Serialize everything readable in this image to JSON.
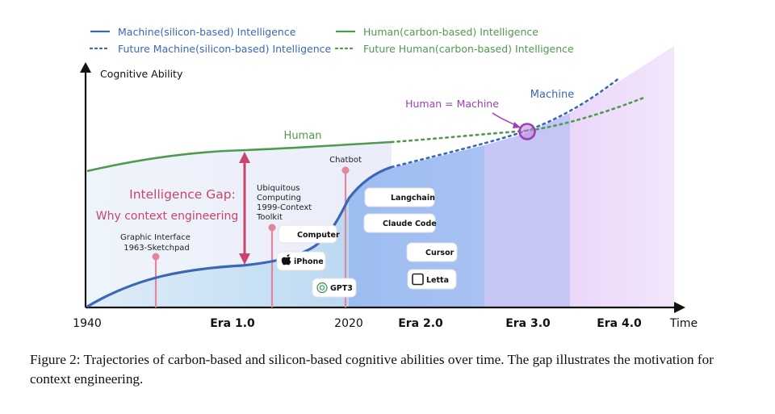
{
  "legend": [
    {
      "label": "Machine(silicon-based) Intelligence",
      "color": "#3a67b8",
      "style": "solid"
    },
    {
      "label": "Future Machine(silicon-based) Intelligence",
      "color": "#3a67b8",
      "style": "dotted"
    },
    {
      "label": "Human(carbon-based) Intelligence",
      "color": "#4e9a4e",
      "style": "solid"
    },
    {
      "label": "Future Human(carbon-based) Intelligence",
      "color": "#4e9a4e",
      "style": "dotted"
    }
  ],
  "axes": {
    "y_label": "Cognitive Ability",
    "x_label": "Time",
    "x_ticks": [
      "1940",
      "Era 1.0",
      "2020",
      "Era 2.0",
      "Era 3.0",
      "Era 4.0"
    ]
  },
  "curves": {
    "human_label": "Human",
    "machine_label": "Machine",
    "intersection_label": "Human = Machine"
  },
  "gap": {
    "title": "Intelligence Gap:",
    "subtitle": "Why context engineering"
  },
  "milestones": [
    {
      "label_lines": [
        "Graphic Interface",
        "1963-Sketchpad"
      ]
    },
    {
      "label_lines": [
        "Ubiquitous",
        "Computing",
        "1999-Context",
        "Toolkit"
      ]
    },
    {
      "label_lines": [
        "Chatbot"
      ]
    }
  ],
  "tools": [
    {
      "label": "Computer",
      "icon": "windows-logo-icon"
    },
    {
      "label": "iPhone",
      "icon": "apple-logo-icon"
    },
    {
      "label": "GPT3",
      "icon": "openai-logo-icon"
    },
    {
      "label": "Langchain",
      "icon": "langchain-logo-icon"
    },
    {
      "label": "Claude Code",
      "icon": "claude-logo-icon"
    },
    {
      "label": "Cursor",
      "icon": "cursor-logo-icon"
    },
    {
      "label": "Letta",
      "icon": "letta-logo-icon"
    }
  ],
  "colors": {
    "machine": "#3a67b8",
    "human": "#4e9a4e",
    "gap": "#c9456a",
    "milestone": "#e0879a",
    "intersection": "#9b3fb3"
  },
  "caption": "Figure 2: Trajectories of carbon-based and silicon-based cognitive abilities over time. The gap illustrates the motivation for context engineering."
}
